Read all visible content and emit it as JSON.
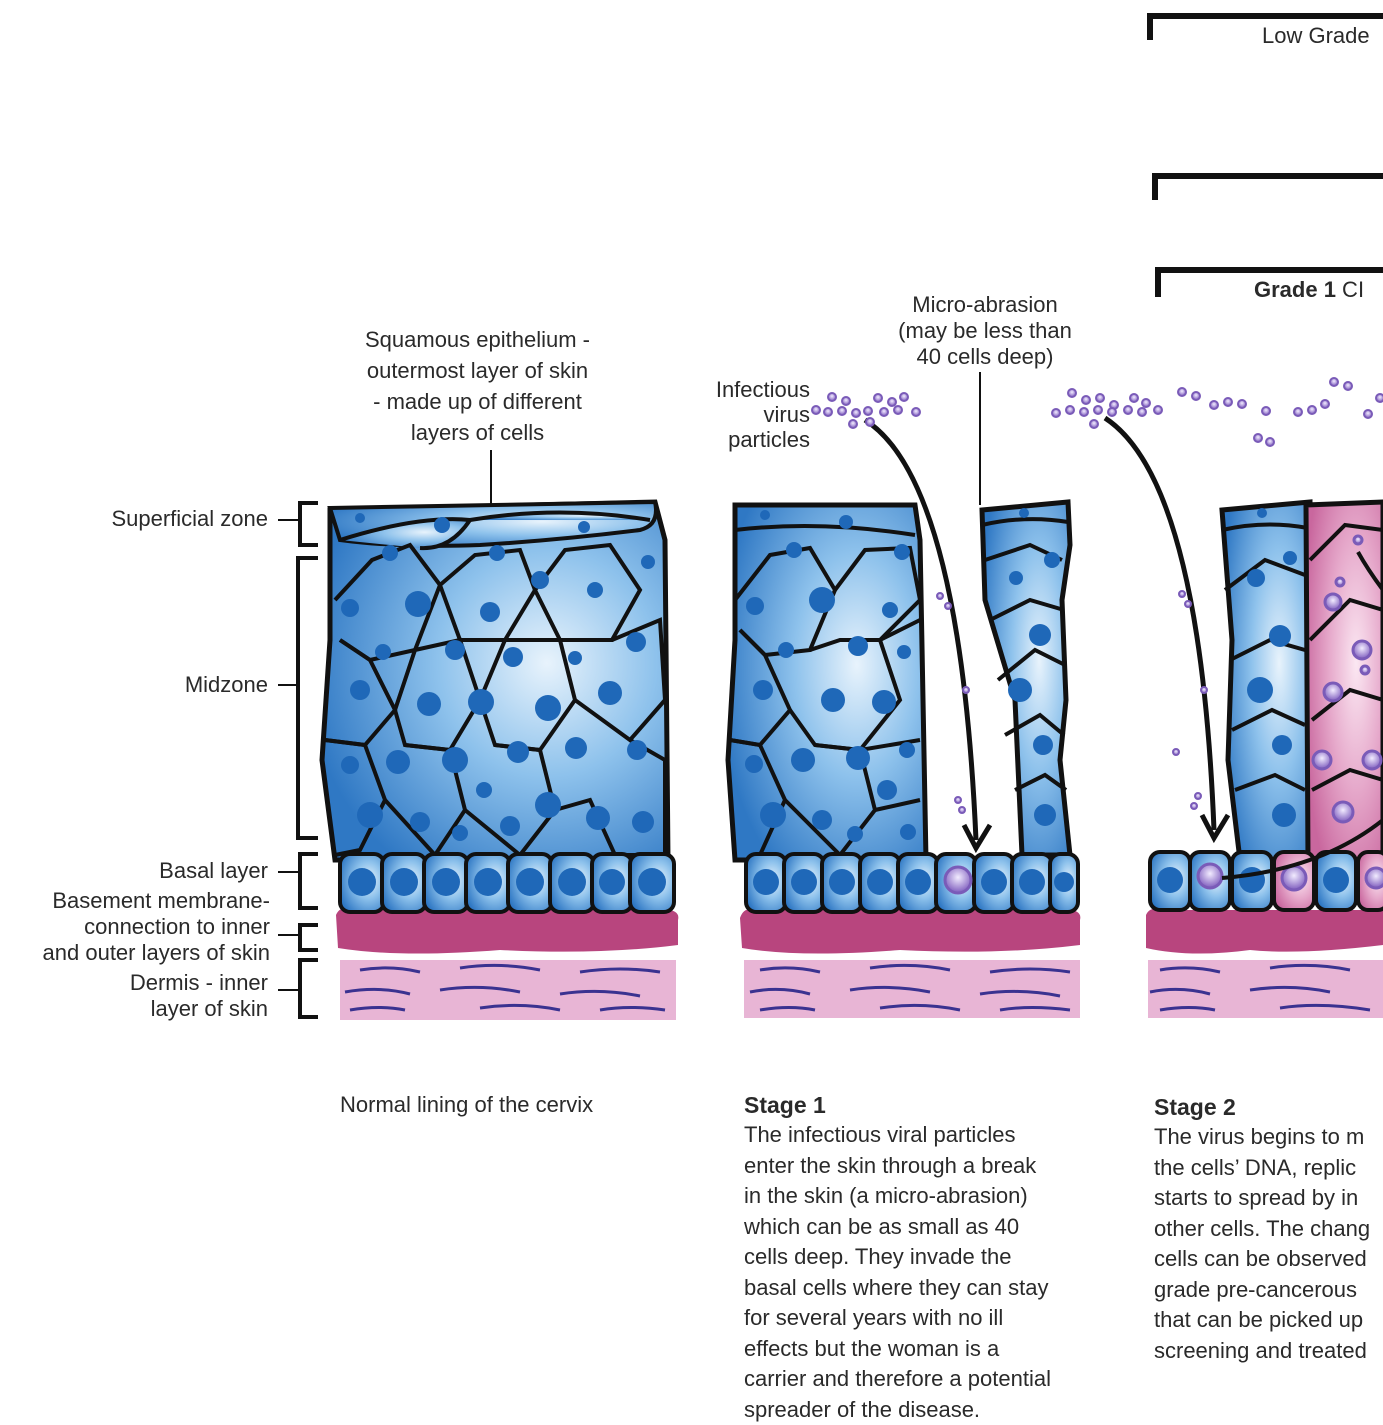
{
  "top_brackets": {
    "low_grade": "Low Grade",
    "grade1_bold": "Grade 1",
    "grade1_rest": " CI"
  },
  "top_label": "Squamous epithelium - outermost layer of skin - made up of different layers of cells",
  "top_label_lines": [
    "Squamous epithelium -",
    "outermost layer of skin",
    "- made up of different",
    "layers of cells"
  ],
  "left_labels": {
    "superficial": "Superficial zone",
    "midzone": "Midzone",
    "basal": "Basal layer",
    "basement_lines": [
      "Basement membrane-",
      "connection to inner",
      "and outer layers of skin"
    ],
    "dermis_lines": [
      "Dermis - inner",
      "layer of skin"
    ]
  },
  "stage1_labels": {
    "infectious_lines": [
      "Infectious",
      "virus",
      "particles"
    ],
    "abrasion_lines": [
      "Micro-abrasion",
      "(may be less than",
      "40 cells deep)"
    ]
  },
  "captions": {
    "normal": "Normal lining of the cervix",
    "stage1_head": "Stage 1",
    "stage1_lines": [
      "The infectious viral particles",
      "enter the skin through a break",
      "in the skin (a micro-abrasion)",
      "which can be as small as 40",
      "cells deep. They invade the",
      "basal cells where they can stay",
      "for several years with no ill",
      "effects but the woman is a",
      "carrier and therefore a potential",
      "spreader of the disease."
    ],
    "stage2_head": "Stage 2",
    "stage2_lines": [
      "The virus begins to m",
      "the cells’ DNA, replic",
      "starts to spread by in",
      "other cells. The chang",
      "cells can be observed",
      "grade pre-cancerous",
      "that can be picked up",
      "screening and treated"
    ]
  },
  "colors": {
    "cell_blue": "#3a86d0",
    "nucleus": "#1f68b8",
    "membrane": "#b8457e",
    "dermis": "#e9b6d6",
    "dermis_lines": "#3a3290",
    "pink_cell": "#d98fb8",
    "virus": "#7a5bb8"
  }
}
